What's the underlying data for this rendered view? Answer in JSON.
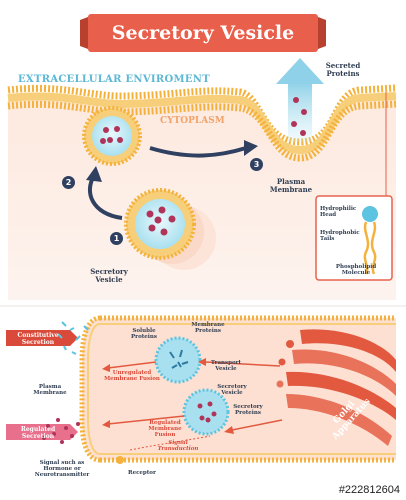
{
  "title": "Secretory Vesicle",
  "top": {
    "extracellular": "EXTRACELLULAR ENVIROMENT",
    "cytoplasm": "CYTOPLASM",
    "secreted_proteins": "Secreted Proteins",
    "plasma_membrane": "Plasma Membrane",
    "secretory_vesicle": "Secretory Vesicle",
    "steps": [
      "1",
      "2",
      "3"
    ],
    "phospholipid": {
      "hydrophilic_head": "Hydrophilic Head",
      "hydrophobic_tails": "Hydrophobic Tails",
      "molecule": "Phospholipid Molecule"
    }
  },
  "bottom": {
    "constitutive_secretion": "Constitutive Secretion",
    "regulated_secretion": "Regulated Secretion",
    "soluble_proteins": "Soluble Proteins",
    "membrane_proteins": "Membrane Proteins",
    "transport_vesicle": "Transport Vesicle",
    "unregulated_fusion": "Unregulated Membrane Fusion",
    "plasma_membrane": "Plasma Membrane",
    "secretory_vesicle": "Secretory Vesicle",
    "secretory_proteins": "Secretory Proteins",
    "regulated_fusion": "Regulated Membrane Fusion",
    "signal_transduction": "Signal Transduction",
    "golgi": "Golgi Apparatus",
    "signal": "Signal such as Hormone or Neurotransmitter",
    "receptor": "Receptor"
  },
  "watermark": "#222812604",
  "colors": {
    "banner": "#e8604c",
    "membrane_head": "#f4b23c",
    "membrane_tail": "#f7cf7a",
    "vesicle": "#5cc3e0",
    "protein": "#b0345a",
    "cytoplasm": "#fde3d6",
    "golgi": "#e2593f",
    "label": "#2f3d52",
    "arrow": "#2f4060"
  }
}
